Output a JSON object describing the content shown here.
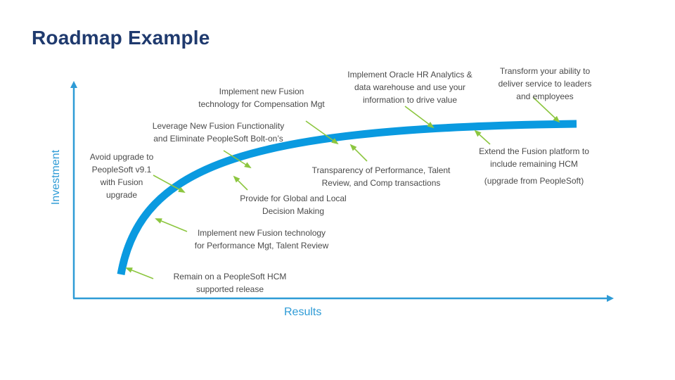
{
  "title": "Roadmap Example",
  "axes": {
    "x_label": "Results",
    "y_label": "Investment"
  },
  "colors": {
    "title": "#1f3a6e",
    "curve": "#0a9ae0",
    "axis": "#2e9bd6",
    "arrow": "#8cc63f",
    "text": "#4a4a4a"
  },
  "milestones": [
    "Remain on a PeopleSoft HCM\nsupported release",
    "Implement new Fusion  technology\nfor Performance Mgt, Talent Review",
    "Avoid upgrade to\nPeopleSoft v9.1\nwith Fusion\nupgrade",
    "Provide for Global and Local\nDecision Making",
    "Leverage New Fusion Functionality\nand Eliminate PeopleSoft  Bolt-on’s",
    "Implement new Fusion\ntechnology for Compensation Mgt",
    "Transparency of Performance, Talent\nReview, and Comp transactions",
    "Implement Oracle HR Analytics &\ndata warehouse and use your\ninformation to drive value",
    "Extend the Fusion platform to\ninclude remaining HCM",
    "(upgrade  from PeopleSoft)",
    "Transform your ability to\ndeliver service to leaders\nand employees"
  ]
}
